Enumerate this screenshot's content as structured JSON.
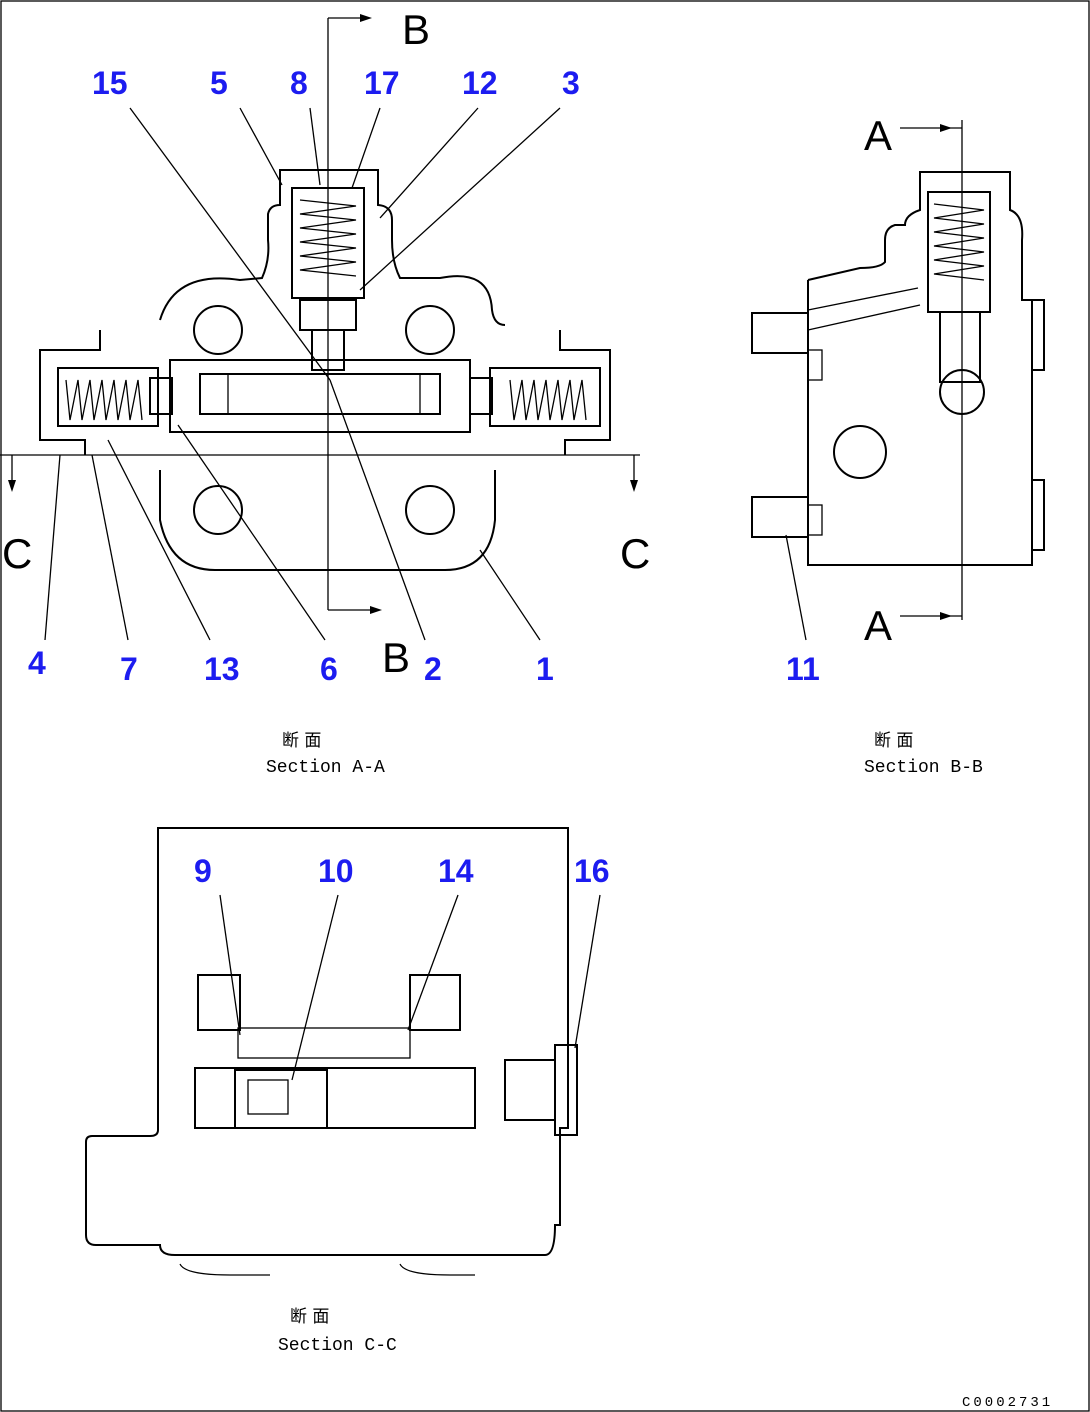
{
  "callouts": {
    "n1": "1",
    "n2": "2",
    "n3": "3",
    "n4": "4",
    "n5": "5",
    "n6": "6",
    "n7": "7",
    "n8": "8",
    "n9": "9",
    "n10": "10",
    "n11": "11",
    "n12": "12",
    "n13": "13",
    "n14": "14",
    "n15": "15",
    "n16": "16",
    "n17": "17"
  },
  "cut_marks": {
    "a": "A",
    "b": "B",
    "c": "C"
  },
  "sections": {
    "aa_jp": "断 面",
    "aa_en": "Section A-A",
    "bb_jp": "断 面",
    "bb_en": "Section B-B",
    "cc_jp": "断 面",
    "cc_en": "Section C-C"
  },
  "drawing_code": "C0002731",
  "colors": {
    "callout": "#1c1cf0",
    "line": "#000000",
    "background": "#ffffff"
  }
}
